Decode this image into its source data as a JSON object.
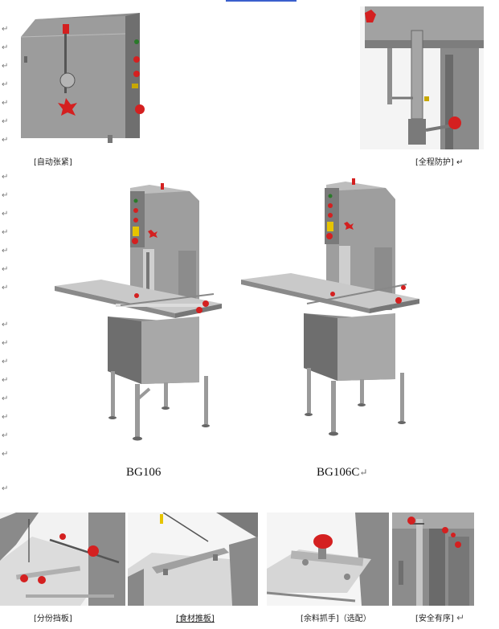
{
  "captions": {
    "auto_tension": "[自动张紧]",
    "full_guard": "[全程防护]",
    "portion_baffle": "[分份挡板]",
    "food_pusher": "[食材推板]",
    "remainder_grip": "[余料抓手]（选配）",
    "safety": "[安全有序]"
  },
  "models": {
    "left": "BG106",
    "right": "BG106C"
  },
  "marks": {
    "return": "↵"
  },
  "colors": {
    "metal": "#9a9a9a",
    "metal_dark": "#6f6f6f",
    "knob_red": "#d42020",
    "link_blue": "#3a5fcd"
  }
}
